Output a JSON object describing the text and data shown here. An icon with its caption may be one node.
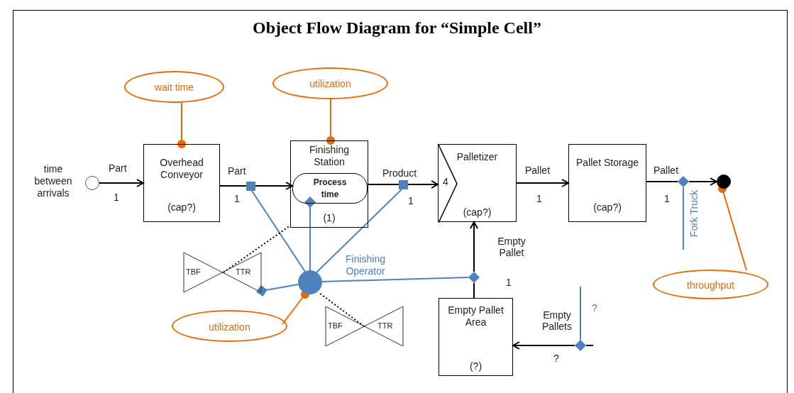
{
  "diagram": {
    "title": "Object Flow Diagram for “Simple Cell”",
    "nodes": [
      {
        "text": [],
        "shape": "circle",
        "beside": [
          "time between arrivals"
        ]
      },
      {
        "text": [
          "Overhead Conveyor",
          "(cap?)"
        ]
      },
      {
        "text": [
          "Finishing Station",
          "(1)"
        ]
      },
      {
        "text": [
          "Process time"
        ],
        "in": 2
      },
      {
        "text": [
          "4",
          "Palletizer",
          "(cap?)"
        ]
      },
      {
        "text": [
          "Pallet Storage",
          "(cap?)"
        ]
      },
      {
        "text": [],
        "shape": "circle"
      },
      {
        "text": [
          "wait time"
        ]
      },
      {
        "text": [
          "utilization"
        ]
      },
      {
        "text": [
          "throughput"
        ]
      },
      {
        "text": [
          "utilization"
        ]
      },
      {
        "text": [],
        "shape": "circle",
        "beside": [
          "Finishing Operator"
        ]
      },
      {
        "text": [
          "TBF",
          "TTR"
        ]
      },
      {
        "text": [
          "TBF",
          "TTR"
        ]
      },
      {
        "text": [
          "Empty Pallet Area",
          "(?)"
        ]
      },
      {
        "text": [
          "Fork Truck"
        ]
      },
      {
        "text": [],
        "shape": "box"
      },
      {
        "text": [],
        "shape": "box"
      },
      {
        "text": [],
        "shape": "diamond"
      },
      {
        "text": [],
        "shape": "diamond"
      },
      {
        "text": [
          "?"
        ]
      },
      {
        "text": [],
        "shape": "diamond"
      }
    ],
    "edges": [
      {
        "from": 0,
        "to": 1,
        "arrow": "to",
        "label": "Part"
      },
      {
        "from": 1,
        "to": 16,
        "arrow": "none",
        "label": "Part"
      },
      {
        "from": 16,
        "to": 3,
        "arrow": "to"
      },
      {
        "from": 3,
        "to": 17,
        "arrow": "none",
        "label": "Product"
      },
      {
        "from": 17,
        "to": 4,
        "arrow": "to"
      },
      {
        "from": 4,
        "to": 5,
        "arrow": "to",
        "label": "Pallet"
      },
      {
        "from": 5,
        "to": 19,
        "arrow": "none",
        "label": "Pallet"
      },
      {
        "from": 19,
        "to": 6,
        "arrow": "to"
      },
      {
        "from": 14,
        "to": 18,
        "arrow": "none"
      },
      {
        "from": 18,
        "to": 4,
        "arrow": "to",
        "label": "Empty Pallet"
      },
      {
        "from": null,
        "to": 21,
        "arrow": "none"
      },
      {
        "from": 21,
        "to": 14,
        "arrow": "to",
        "label": "Empty Pallets"
      },
      {
        "from": 11,
        "to": 16,
        "arrow": "none",
        "color": "#4f81bd"
      },
      {
        "from": 11,
        "to": 3,
        "arrow": "other",
        "color": "#4f81bd"
      },
      {
        "from": 11,
        "to": 17,
        "arrow": "none",
        "color": "#4f81bd"
      },
      {
        "from": 11,
        "to": 18,
        "arrow": "none",
        "color": "#4f81bd"
      },
      {
        "from": 11,
        "to": 12,
        "arrow": "other",
        "color": "#4f81bd"
      },
      {
        "from": 15,
        "to": 19,
        "arrow": "none",
        "color": "#4f81bd"
      },
      {
        "from": 20,
        "to": 21,
        "arrow": "none",
        "color": "#4f81bd"
      },
      {
        "from": 7,
        "to": 1,
        "arrow": "other",
        "color": "#e46c0a"
      },
      {
        "from": 8,
        "to": 2,
        "arrow": "other",
        "color": "#e46c0a"
      },
      {
        "from": 9,
        "to": 6,
        "arrow": "other",
        "color": "#e46c0a"
      },
      {
        "from": 10,
        "to": 11,
        "arrow": "other",
        "color": "#e46c0a"
      },
      {
        "from": 12,
        "to": 2,
        "arrow": "none",
        "style": "dashed"
      },
      {
        "from": 13,
        "to": 11,
        "arrow": "none",
        "style": "dashed"
      }
    ],
    "labels": [
      "1",
      "1",
      "1",
      "1",
      "1",
      "1",
      "?"
    ]
  }
}
